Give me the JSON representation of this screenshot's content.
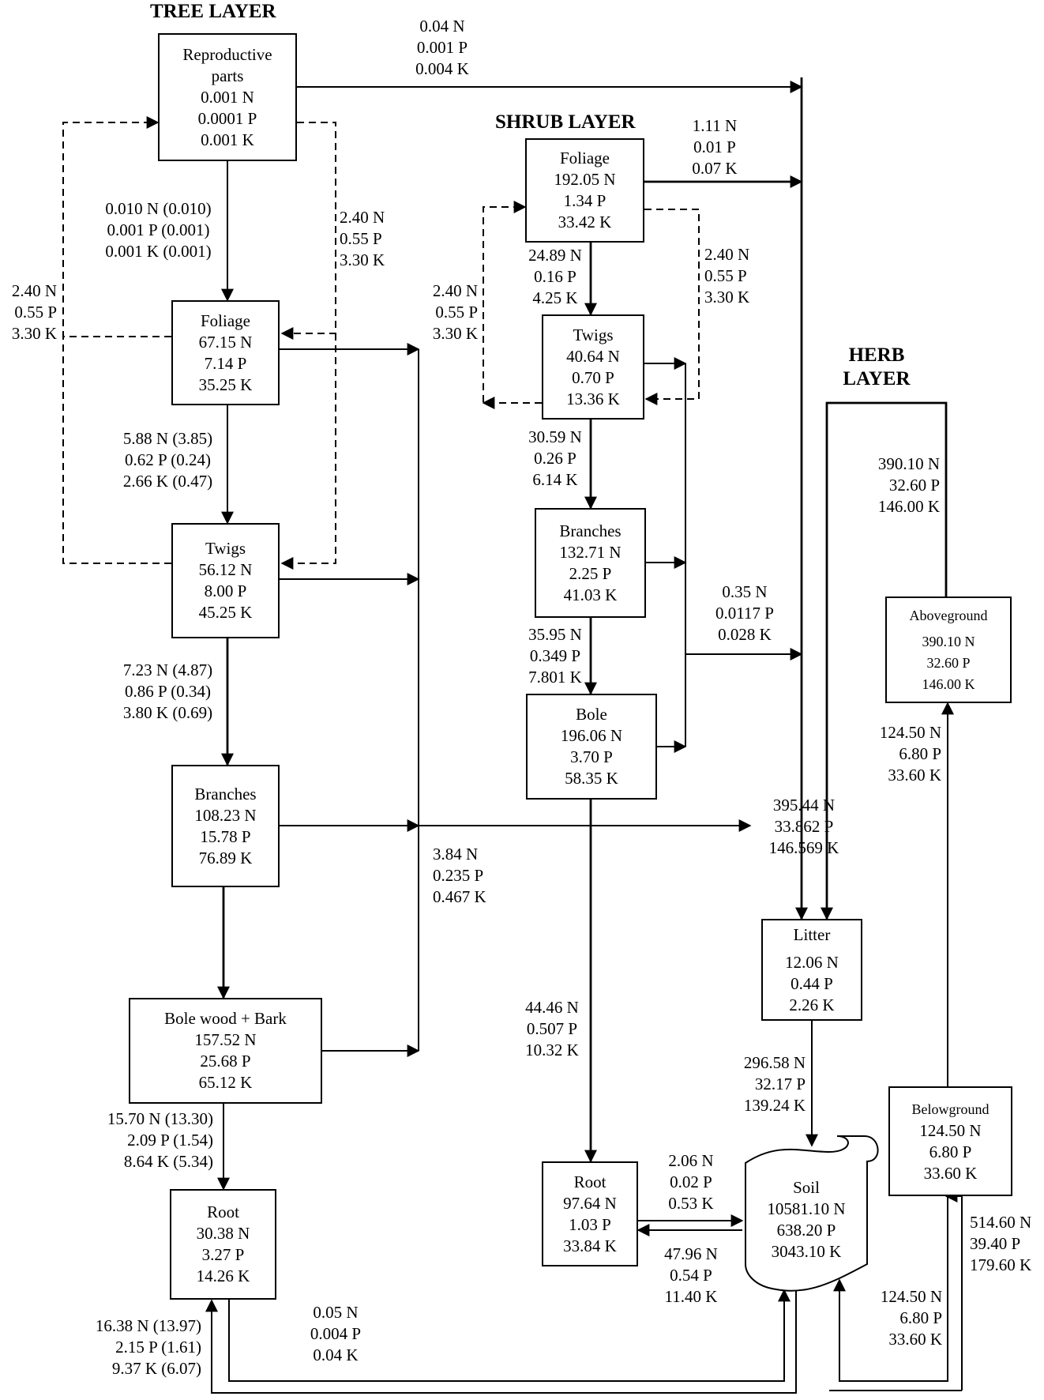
{
  "layers": {
    "tree": "TREE LAYER",
    "shrub": "SHRUB LAYER",
    "herb": "HERB LAYER"
  },
  "tree": {
    "reproductive": {
      "name": "Reproductive parts",
      "n": "0.001 N",
      "p": "0.0001 P",
      "k": "0.001 K"
    },
    "foliage": {
      "name": "Foliage",
      "n": "67.15 N",
      "p": "7.14 P",
      "k": "35.25 K"
    },
    "twigs": {
      "name": "Twigs",
      "n": "56.12 N",
      "p": "8.00 P",
      "k": "45.25 K"
    },
    "branches": {
      "name": "Branches",
      "n": "108.23 N",
      "p": "15.78 P",
      "k": "76.89 K"
    },
    "bole": {
      "name": "Bole wood + Bark",
      "n": "157.52 N",
      "p": "25.68 P",
      "k": "65.12 K"
    },
    "root": {
      "name": "Root",
      "n": "30.38 N",
      "p": "3.27 P",
      "k": "14.26 K"
    }
  },
  "shrub": {
    "foliage": {
      "name": "Foliage",
      "n": "192.05 N",
      "p": "1.34 P",
      "k": "33.42 K"
    },
    "twigs": {
      "name": "Twigs",
      "n": "40.64 N",
      "p": "0.70 P",
      "k": "13.36 K"
    },
    "branches": {
      "name": "Branches",
      "n": "132.71 N",
      "p": "2.25 P",
      "k": "41.03 K"
    },
    "bole": {
      "name": "Bole",
      "n": "196.06 N",
      "p": "3.70 P",
      "k": "58.35 K"
    },
    "root": {
      "name": "Root",
      "n": "97.64 N",
      "p": "1.03 P",
      "k": "33.84 K"
    }
  },
  "herb": {
    "aboveground": {
      "name": "Aboveground",
      "n": "390.10 N",
      "p": "32.60 P",
      "k": "146.00 K"
    },
    "belowground": {
      "name": "Belowground",
      "n": "124.50 N",
      "p": "6.80 P",
      "k": "33.60 K"
    }
  },
  "litter": {
    "name": "Litter",
    "n": "12.06 N",
    "p": "0.44 P",
    "k": "2.26 K"
  },
  "soil": {
    "name": "Soil",
    "n": "10581.10 N",
    "p": "638.20 P",
    "k": "3043.10 K"
  },
  "flows": {
    "repro_litter": [
      "0.04 N",
      "0.001 P",
      "0.004 K"
    ],
    "repro_foliage": [
      "0.010 N (0.010)",
      "0.001 P (0.001)",
      "0.001 K (0.001)"
    ],
    "tree_retrans_right": [
      "2.40 N",
      "0.55 P",
      "3.30 K"
    ],
    "tree_retrans_left": [
      "2.40 N",
      "0.55 P",
      "3.30 K"
    ],
    "foliage_twigs": [
      "5.88 N (3.85)",
      "0.62 P (0.24)",
      "2.66 K (0.47)"
    ],
    "twigs_branches": [
      "7.23 N (4.87)",
      "0.86 P (0.34)",
      "3.80 K (0.69)"
    ],
    "bole_root": [
      "15.70 N (13.30)",
      "2.09 P (1.54)",
      "8.64 K (5.34)"
    ],
    "soil_treeroot": [
      "16.38 N (13.97)",
      "2.15 P (1.61)",
      "9.37 K (6.07)"
    ],
    "treeroot_soil": [
      "0.05 N",
      "0.004 P",
      "0.04 K"
    ],
    "tree_litter": [
      "3.84 N",
      "0.235 P",
      "0.467 K"
    ],
    "shrub_foliage_litter": [
      "1.11 N",
      "0.01 P",
      "0.07 K"
    ],
    "shrub_retrans_right": [
      "2.40 N",
      "0.55 P",
      "3.30 K"
    ],
    "shrub_retrans_left": [
      "2.40 N",
      "0.55 P",
      "3.30 K"
    ],
    "sfoliage_stwigs": [
      "24.89 N",
      "0.16 P",
      "4.25 K"
    ],
    "stwigs_sbranches": [
      "30.59 N",
      "0.26 P",
      "6.14 K"
    ],
    "sbranches_sbole": [
      "35.95 N",
      "0.349 P",
      "7.801 K"
    ],
    "shrub_litter": [
      "0.35 N",
      "0.0117 P",
      "0.028 K"
    ],
    "sbole_sroot": [
      "44.46 N",
      "0.507 P",
      "10.32 K"
    ],
    "sroot_soil": [
      "2.06 N",
      "0.02 P",
      "0.53 K"
    ],
    "soil_sroot": [
      "47.96 N",
      "0.54 P",
      "11.40 K"
    ],
    "herb_above_flow": [
      "390.10 N",
      "32.60 P",
      "146.00 K"
    ],
    "total_litter": [
      "395.44 N",
      "33.862 P",
      "146.569 K"
    ],
    "litter_soil": [
      "296.58 N",
      "32.17 P",
      "139.24 K"
    ],
    "below_above": [
      "124.50 N",
      "6.80 P",
      "33.60 K"
    ],
    "soil_below": [
      "514.60 N",
      "39.40 P",
      "179.60 K"
    ],
    "below_soil": [
      "124.50 N",
      "6.80 P",
      "33.60 K"
    ]
  }
}
